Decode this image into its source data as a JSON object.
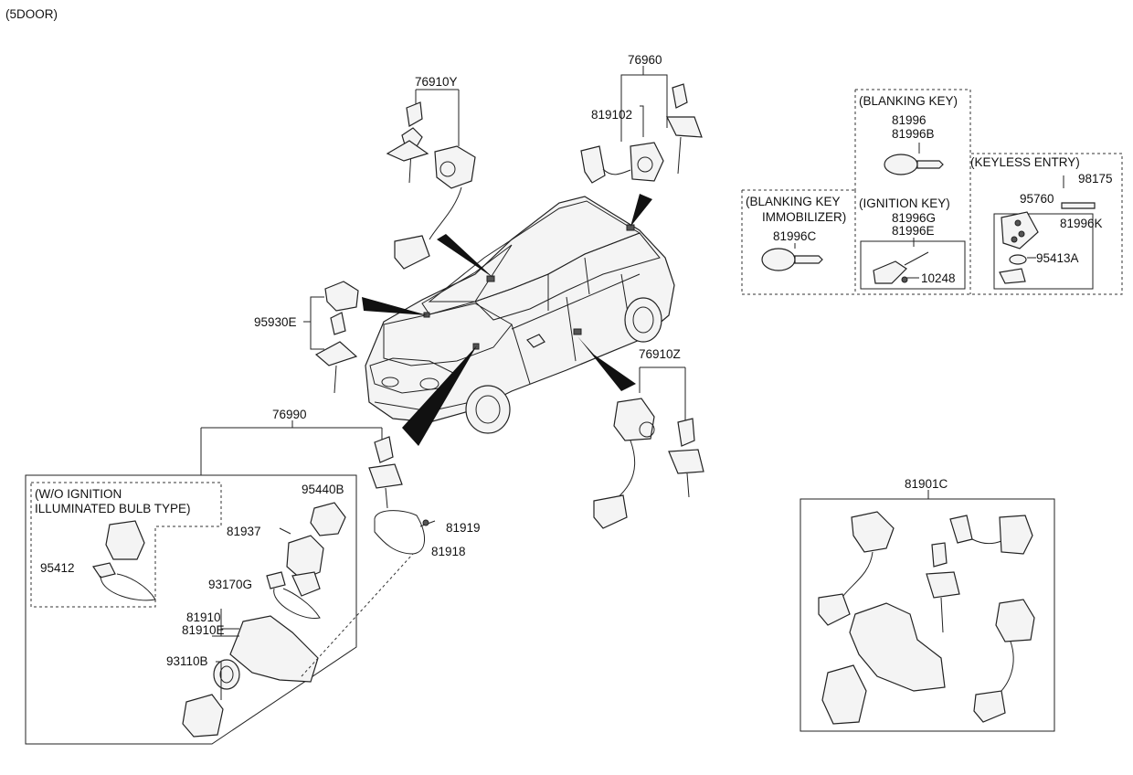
{
  "header": {
    "variant": "(5DOOR)"
  },
  "labels": {
    "p76910Y": "76910Y",
    "p76960": "76960",
    "p819102": "819102",
    "p95930E": "95930E",
    "p76910Z": "76910Z",
    "p76990": "76990",
    "p95440B": "95440B",
    "p81937": "81937",
    "p81919": "81919",
    "p81918": "81918",
    "p93170G": "93170G",
    "p95412": "95412",
    "p81910": "81910",
    "p81910E": "81910E",
    "p93110B": "93110B",
    "p81901C": "81901C",
    "p81996": "81996",
    "p81996B": "81996B",
    "p81996C": "81996C",
    "p81996G": "81996G",
    "p81996E": "81996E",
    "p10248": "10248",
    "p95760": "95760",
    "p98175": "98175",
    "p81996K": "81996K",
    "p95413A": "95413A"
  },
  "groups": {
    "wo_ignition_line1": "(W/O IGNITION",
    "wo_ignition_line2": "ILLUMINATED BULB TYPE)",
    "blanking_key": "(BLANKING KEY)",
    "blanking_key_immobilizer_line1": "(BLANKING KEY",
    "blanking_key_immobilizer_line2": "IMMOBILIZER)",
    "ignition_key": "(IGNITION KEY)",
    "keyless_entry": "(KEYLESS ENTRY)"
  }
}
